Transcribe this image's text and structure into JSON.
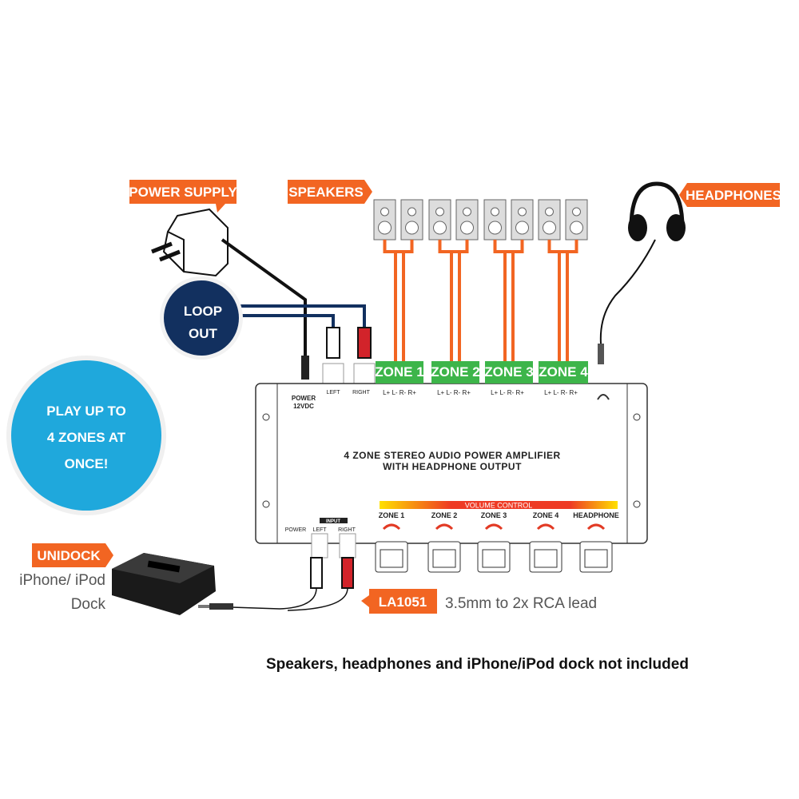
{
  "labels": {
    "power_supply": "POWER SUPPLY",
    "speakers": "SPEAKERS",
    "headphones": "HEADPHONES",
    "loop_out_line1": "LOOP",
    "loop_out_line2": "OUT",
    "promo_line1": "PLAY UP TO",
    "promo_line2": "4 ZONES AT",
    "promo_line3": "ONCE!",
    "unidock": "UNIDOCK",
    "unidock_desc_line1": "iPhone/ iPod",
    "unidock_desc_line2": "Dock",
    "lead_code": "LA1051",
    "lead_desc": "3.5mm to 2x RCA lead",
    "footer": "Speakers, headphones and iPhone/iPod dock not included"
  },
  "amplifier": {
    "title_line1": "4 ZONE STEREO AUDIO POWER AMPLIFIER",
    "title_line2": "WITH HEADPHONE OUTPUT",
    "power_jack_line1": "POWER",
    "power_jack_line2": "12VDC",
    "loop_left": "LEFT",
    "loop_right": "RIGHT",
    "terminals": "L+  L-  R-  R+",
    "zones": [
      "ZONE 1",
      "ZONE 2",
      "ZONE 3",
      "ZONE 4"
    ],
    "volume_control": "VOLUME CONTROL",
    "knobs": [
      "ZONE 1",
      "ZONE 2",
      "ZONE 3",
      "ZONE 4",
      "HEADPHONE"
    ],
    "input_label": "INPUT",
    "front_power": "POWER",
    "front_left": "LEFT",
    "front_right": "RIGHT"
  },
  "colors": {
    "orange": "#f26522",
    "green": "#3db54a",
    "navy": "#12305f",
    "cyan": "#1fa8dc",
    "rca_red": "#d2232a"
  }
}
